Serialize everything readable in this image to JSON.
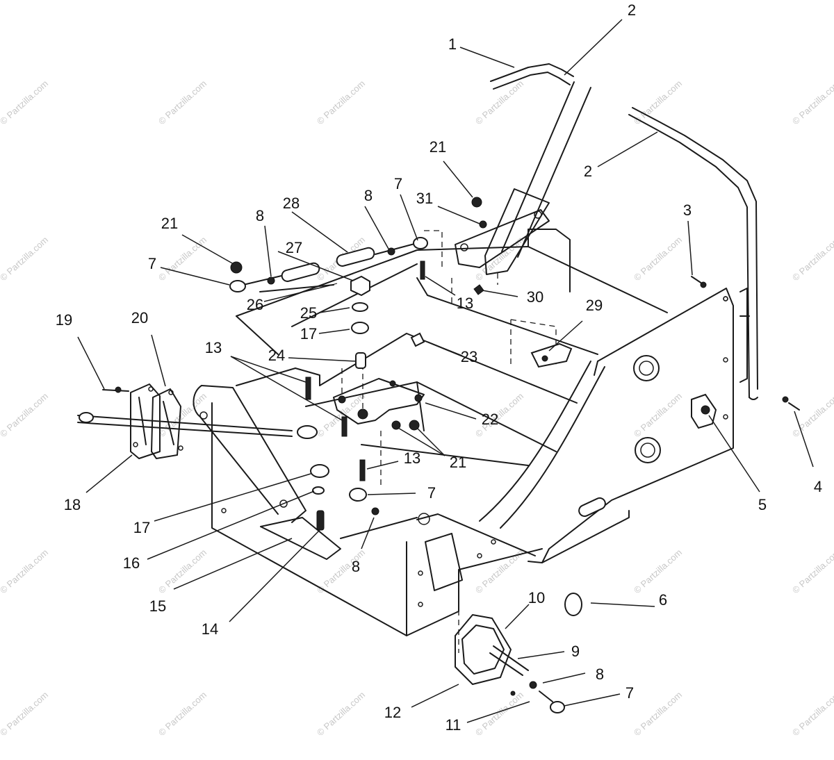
{
  "watermark": "© Partzilla.com",
  "callouts": [
    {
      "id": "c1",
      "text": "1"
    },
    {
      "id": "c2a",
      "text": "2"
    },
    {
      "id": "c2b",
      "text": "2"
    },
    {
      "id": "c3",
      "text": "3"
    },
    {
      "id": "c4",
      "text": "4"
    },
    {
      "id": "c5",
      "text": "5"
    },
    {
      "id": "c6",
      "text": "6"
    },
    {
      "id": "c7a",
      "text": "7"
    },
    {
      "id": "c7b",
      "text": "7"
    },
    {
      "id": "c7c",
      "text": "7"
    },
    {
      "id": "c7d",
      "text": "7"
    },
    {
      "id": "c8a",
      "text": "8"
    },
    {
      "id": "c8b",
      "text": "8"
    },
    {
      "id": "c8c",
      "text": "8"
    },
    {
      "id": "c8d",
      "text": "8"
    },
    {
      "id": "c9",
      "text": "9"
    },
    {
      "id": "c10",
      "text": "10"
    },
    {
      "id": "c11",
      "text": "11"
    },
    {
      "id": "c12",
      "text": "12"
    },
    {
      "id": "c13a",
      "text": "13"
    },
    {
      "id": "c13b",
      "text": "13"
    },
    {
      "id": "c13c",
      "text": "13"
    },
    {
      "id": "c14",
      "text": "14"
    },
    {
      "id": "c15",
      "text": "15"
    },
    {
      "id": "c16",
      "text": "16"
    },
    {
      "id": "c17a",
      "text": "17"
    },
    {
      "id": "c17b",
      "text": "17"
    },
    {
      "id": "c18",
      "text": "18"
    },
    {
      "id": "c19",
      "text": "19"
    },
    {
      "id": "c20",
      "text": "20"
    },
    {
      "id": "c21a",
      "text": "21"
    },
    {
      "id": "c21b",
      "text": "21"
    },
    {
      "id": "c21c",
      "text": "21"
    },
    {
      "id": "c22",
      "text": "22"
    },
    {
      "id": "c23",
      "text": "23"
    },
    {
      "id": "c24",
      "text": "24"
    },
    {
      "id": "c25",
      "text": "25"
    },
    {
      "id": "c26",
      "text": "26"
    },
    {
      "id": "c27",
      "text": "27"
    },
    {
      "id": "c28",
      "text": "28"
    },
    {
      "id": "c29",
      "text": "29"
    },
    {
      "id": "c30",
      "text": "30"
    },
    {
      "id": "c31",
      "text": "31"
    }
  ]
}
